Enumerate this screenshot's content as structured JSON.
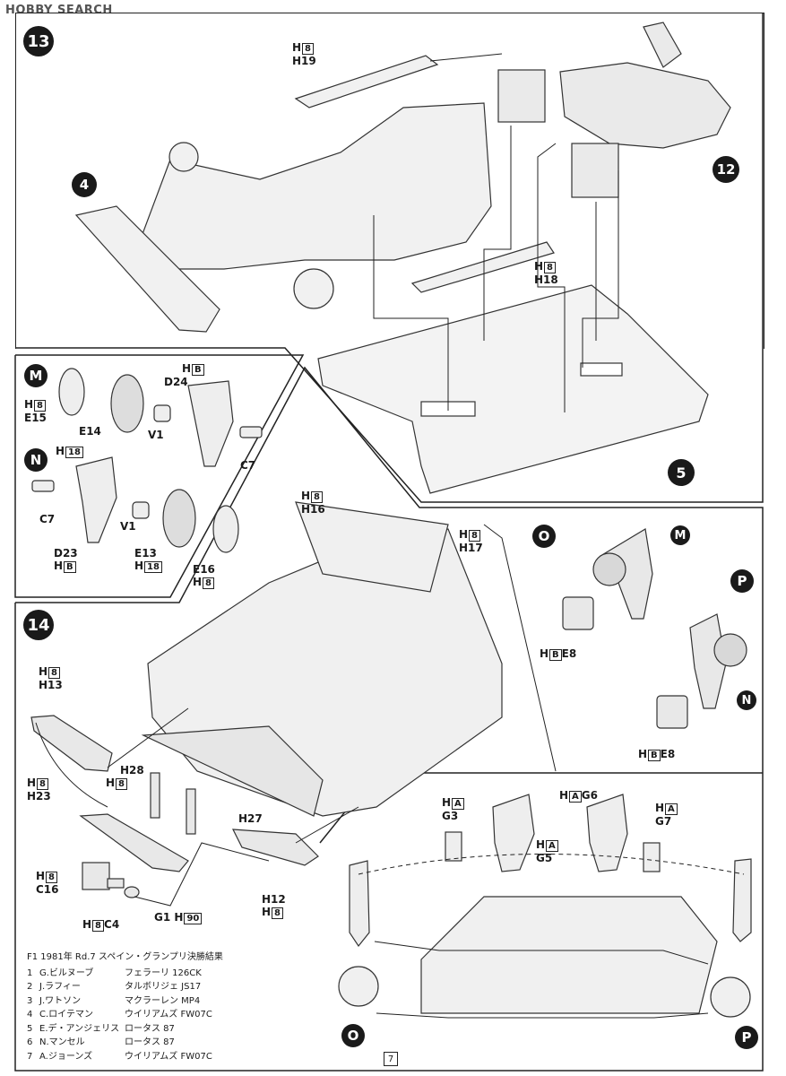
{
  "watermark": "HOBBY SEARCH",
  "steps": {
    "s13": "13",
    "s14": "14",
    "s4": "4",
    "s5": "5",
    "s12": "12"
  },
  "subs": {
    "M": "M",
    "N": "N",
    "O": "O",
    "P": "P",
    "Pb": "P",
    "Ob": "O",
    "Mref": "M",
    "Nref": "N"
  },
  "labels": {
    "h19_group": "H",
    "h19_box": "8",
    "h19": "H19",
    "h18_group": "H",
    "h18_box": "8",
    "h18": "H18",
    "d24_group": "H",
    "d24_box": "B",
    "d24": "D24",
    "e15_group": "H",
    "e15_box": "8",
    "e15": "E15",
    "e14": "E14",
    "v1a": "V1",
    "c7a": "C7",
    "n_group": "H",
    "n_box": "18",
    "c7b": "C7",
    "v1b": "V1",
    "d23": "D23",
    "d23_group": "H",
    "d23_box": "B",
    "e13": "E13",
    "e13_group": "H",
    "e13_box": "18",
    "e16": "E16",
    "e16_group": "H",
    "e16_box": "8",
    "h16_group": "H",
    "h16_box": "8",
    "h16": "H16",
    "h17_group": "H",
    "h17_box": "8",
    "h17": "H17",
    "h13_group": "H",
    "h13_box": "8",
    "h13": "H13",
    "h28": "H28",
    "h28_group": "H",
    "h28_box": "8",
    "h23_group": "H",
    "h23_box": "8",
    "h23": "H23",
    "h27": "H27",
    "c16_group": "H",
    "c16_box": "8",
    "c16": "C16",
    "c4_group": "H",
    "c4_box": "8",
    "c4": "C4",
    "g1": "G1",
    "g1_group": "H",
    "g1_box": "90",
    "h12": "H12",
    "h12_group": "H",
    "h12_box": "8",
    "e8a_group": "H",
    "e8a_box": "B",
    "e8a": "E8",
    "e8b_group": "H",
    "e8b_box": "B",
    "e8b": "E8",
    "g3_group": "H",
    "g3_box": "A",
    "g3": "G3",
    "g6_group": "H",
    "g6_box": "A",
    "g6": "G6",
    "g7_group": "H",
    "g7_box": "A",
    "g7": "G7",
    "g5_group": "H",
    "g5_box": "A",
    "g5": "G5"
  },
  "results": {
    "title": "F1 1981年 Rd.7 スペイン・グランプリ決勝結果",
    "rows": [
      {
        "pos": "1",
        "driver": "G.ビルヌーブ",
        "car": "フェラーリ 126CK"
      },
      {
        "pos": "2",
        "driver": "J.ラフィー",
        "car": "タルボリジェ JS17"
      },
      {
        "pos": "3",
        "driver": "J.ワトソン",
        "car": "マクラーレン MP4"
      },
      {
        "pos": "4",
        "driver": "C.ロイテマン",
        "car": "ウイリアムズ FW07C"
      },
      {
        "pos": "5",
        "driver": "E.デ・アンジェリス",
        "car": "ロータス 87"
      },
      {
        "pos": "6",
        "driver": "N.マンセル",
        "car": "ロータス 87"
      },
      {
        "pos": "7",
        "driver": "A.ジョーンズ",
        "car": "ウイリアムズ FW07C"
      }
    ]
  },
  "page_number": "7"
}
